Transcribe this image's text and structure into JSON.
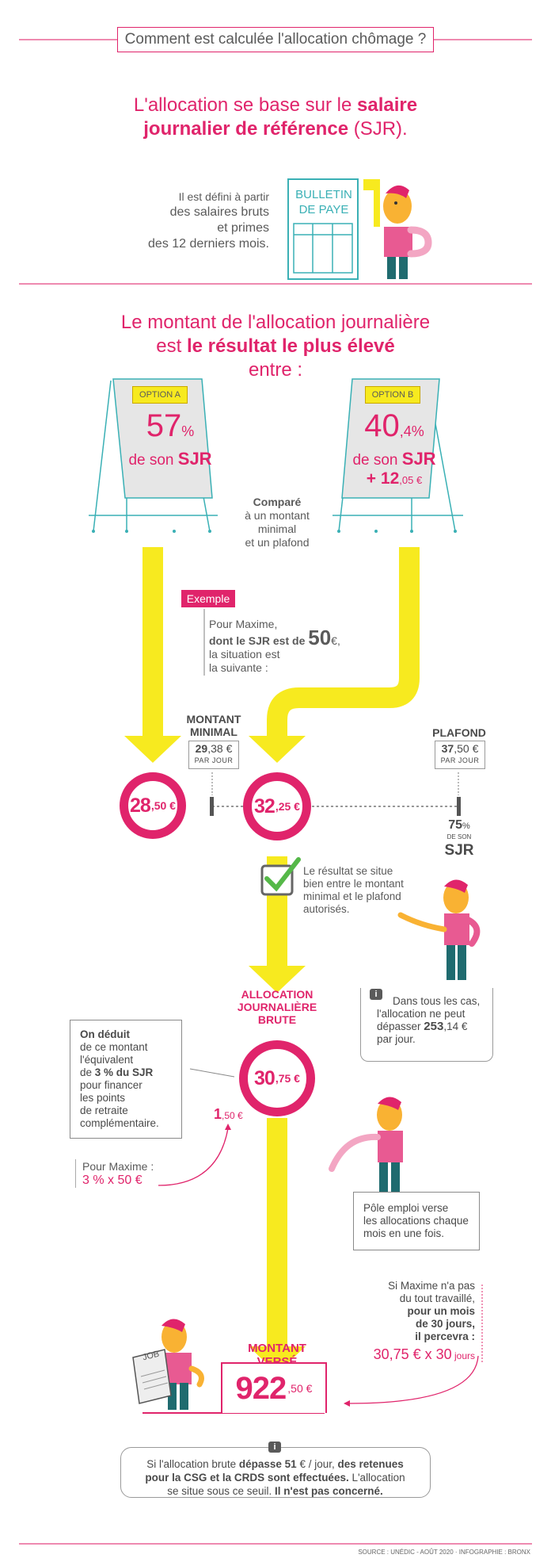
{
  "header": {
    "title": "Comment est calculée l'allocation chômage ?"
  },
  "section1": {
    "headline_a": "L'allocation se base sur le ",
    "headline_b": "salaire",
    "headline_c": "journalier de référence",
    "headline_d": " (SJR).",
    "defined_1": "Il est défini à partir",
    "defined_2": "des salaires bruts",
    "defined_3": "et primes",
    "defined_4": "des 12 derniers mois.",
    "payslip_1": "BULLETIN",
    "payslip_2": "DE PAYE"
  },
  "section2": {
    "headline_1": "Le montant de l'allocation journalière",
    "headline_2a": "est ",
    "headline_2b": "le résultat le plus élevé",
    "headline_3": "entre :",
    "option_a": {
      "tag": "OPTION A",
      "pct_big": "57",
      "pct_sm": "%",
      "de_son": "de son ",
      "sjr": "SJR"
    },
    "option_b": {
      "tag": "OPTION B",
      "pct_big": "40",
      "pct_sm": ",4%",
      "de_son": "de son ",
      "sjr": "SJR",
      "plus": "+ 12",
      "plus_sm": ",05 €"
    },
    "compare_1": "Comparé",
    "compare_2": "à un montant",
    "compare_3": "minimal",
    "compare_4": "et un plafond"
  },
  "example": {
    "tag": "Exemple",
    "l1": "Pour Maxime,",
    "l2a": "dont le SJR est de ",
    "l2b": "50",
    "l2c": "€,",
    "l3": "la situation est",
    "l4": "la suivante :"
  },
  "scale": {
    "min_label_1": "MONTANT",
    "min_label_2": "MINIMAL",
    "min_val_big": "29",
    "min_val_sm": ",38 €",
    "min_unit": "PAR JOUR",
    "max_label": "PLAFOND",
    "max_val_big": "37",
    "max_val_sm": ",50 €",
    "max_unit": "PAR JOUR",
    "max_pct_big": "75",
    "max_pct_sm": "%",
    "max_de_son": "DE SON",
    "max_sjr": "SJR",
    "circle_a_big": "28",
    "circle_a_sm": ",50 €",
    "circle_b_big": "32",
    "circle_b_sm": ",25 €"
  },
  "result": {
    "l1": "Le résultat se situe",
    "l2": "bien entre le montant",
    "l3": "minimal et le plafond",
    "l4": "autorisés."
  },
  "cap_note": {
    "l1": "Dans tous les cas,",
    "l2": "l'allocation ne peut",
    "l3a": "dépasser ",
    "l3b": "253",
    "l3c": ",14 €",
    "l4": "par jour."
  },
  "brute": {
    "label_1": "ALLOCATION",
    "label_2": "JOURNALIÈRE",
    "label_3": "BRUTE",
    "circle_big": "30",
    "circle_sm": ",75 €",
    "deduct_big": "1",
    "deduct_sm": ",50 €"
  },
  "deduction_box": {
    "l1": "On déduit",
    "l2": "de ce montant",
    "l3": "l'équivalent",
    "l4a": "de ",
    "l4b": "3 % du SJR",
    "l5": "pour financer",
    "l6": "les points",
    "l7": "de retraite",
    "l8": "complémentaire."
  },
  "maxime_calc": {
    "l1": "Pour Maxime :",
    "l2": "3 % x 50 €"
  },
  "pole_emploi": {
    "l1": "Pôle emploi verse",
    "l2": "les allocations chaque",
    "l3": "mois en une fois."
  },
  "month_calc": {
    "l1": "Si Maxime n'a pas",
    "l2": "du tout travaillé,",
    "l3": "pour un mois",
    "l4": "de 30 jours,",
    "l5": "il percevra :",
    "formula": "30,75 € x 30",
    "formula_unit": " jours"
  },
  "paid": {
    "label": "MONTANT VERSÉ",
    "big": "922",
    "sm": ",50 €",
    "newspaper": "JOB"
  },
  "footer_note": {
    "l1a": "Si l'allocation brute ",
    "l1b": "dépasse 51",
    "l1c": " € / jour, ",
    "l1d": "des retenues",
    "l2a": "pour la CSG et la CRDS sont effectuées.",
    "l2b": " L'allocation",
    "l3a": "se situe sous ce seuil. ",
    "l3b": "Il n'est pas concerné."
  },
  "source": {
    "text": "SOURCE : UNÉDIC - AOÛT 2020 · INFOGRAPHIE : BRONX"
  },
  "colors": {
    "accent": "#e0246b",
    "yellow": "#f7ea1f",
    "teal": "#3ab0b5",
    "grey": "#4a4a4a"
  }
}
